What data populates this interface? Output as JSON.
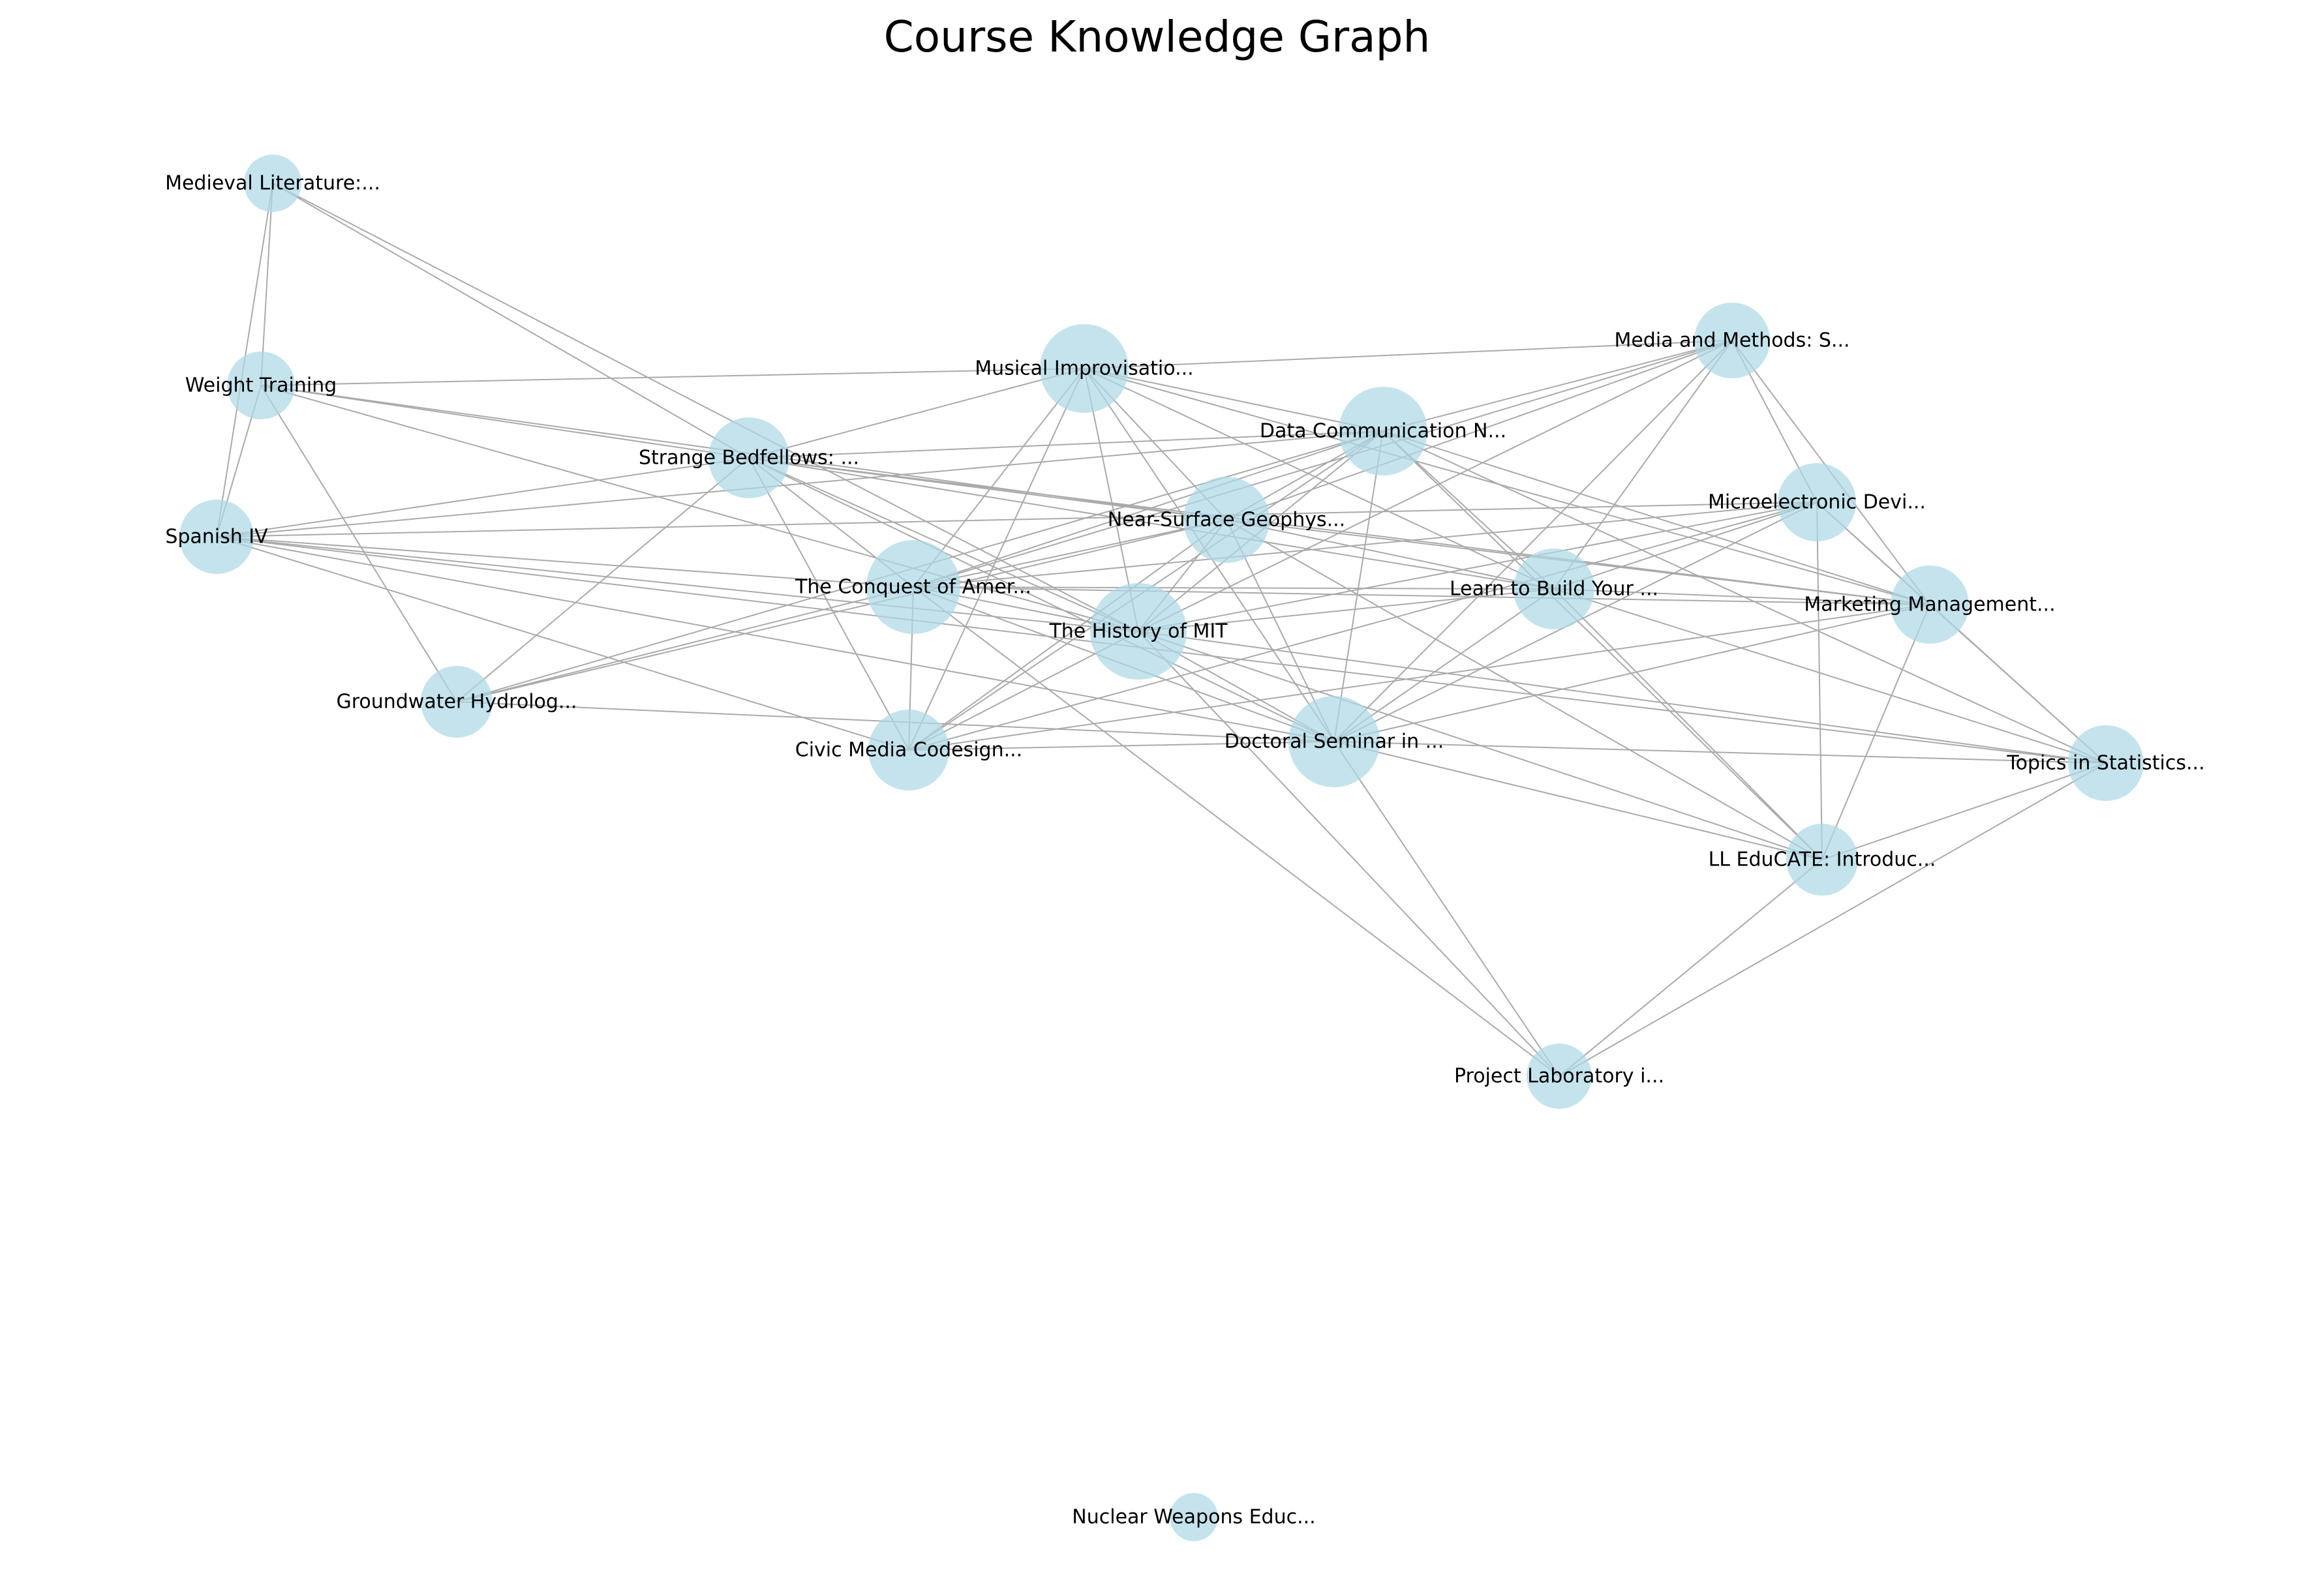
{
  "title": "Course Knowledge Graph",
  "colors": {
    "node_fill": "#add8e6",
    "edge_stroke": "#aaaaaa",
    "label": "#000000",
    "background": "#ffffff"
  },
  "nodes": [
    {
      "id": "medieval",
      "label": "Medieval Literature:..."
    },
    {
      "id": "weight",
      "label": "Weight Training"
    },
    {
      "id": "spanish",
      "label": "Spanish IV"
    },
    {
      "id": "groundwater",
      "label": "Groundwater Hydrolog..."
    },
    {
      "id": "strange",
      "label": "Strange Bedfellows: ..."
    },
    {
      "id": "musical",
      "label": "Musical Improvisatio..."
    },
    {
      "id": "conquest",
      "label": "The Conquest of Amer..."
    },
    {
      "id": "civic",
      "label": "Civic Media Codesign..."
    },
    {
      "id": "history",
      "label": "The History of MIT"
    },
    {
      "id": "nearsurface",
      "label": "Near-Surface Geophys..."
    },
    {
      "id": "datacomm",
      "label": "Data Communication N..."
    },
    {
      "id": "doctoral",
      "label": "Doctoral Seminar in ..."
    },
    {
      "id": "media",
      "label": "Media and Methods: S..."
    },
    {
      "id": "learn",
      "label": "Learn to Build Your ..."
    },
    {
      "id": "microelec",
      "label": "Microelectronic Devi..."
    },
    {
      "id": "marketing",
      "label": "Marketing Management..."
    },
    {
      "id": "topics",
      "label": "Topics in Statistics..."
    },
    {
      "id": "lleducate",
      "label": "LL EduCATE: Introduc..."
    },
    {
      "id": "project",
      "label": "Project Laboratory i..."
    },
    {
      "id": "nuclear",
      "label": "Nuclear Weapons Educ..."
    }
  ],
  "edges": [
    [
      "medieval",
      "weight"
    ],
    [
      "medieval",
      "spanish"
    ],
    [
      "medieval",
      "strange"
    ],
    [
      "medieval",
      "history"
    ],
    [
      "weight",
      "spanish"
    ],
    [
      "weight",
      "groundwater"
    ],
    [
      "weight",
      "musical"
    ],
    [
      "weight",
      "strange"
    ],
    [
      "weight",
      "nearsurface"
    ],
    [
      "weight",
      "history"
    ],
    [
      "spanish",
      "strange"
    ],
    [
      "spanish",
      "conquest"
    ],
    [
      "spanish",
      "datacomm"
    ],
    [
      "spanish",
      "microelec"
    ],
    [
      "spanish",
      "doctoral"
    ],
    [
      "spanish",
      "history"
    ],
    [
      "spanish",
      "civic"
    ],
    [
      "spanish",
      "topics"
    ],
    [
      "groundwater",
      "strange"
    ],
    [
      "groundwater",
      "conquest"
    ],
    [
      "groundwater",
      "nearsurface"
    ],
    [
      "groundwater",
      "datacomm"
    ],
    [
      "groundwater",
      "doctoral"
    ],
    [
      "strange",
      "musical"
    ],
    [
      "strange",
      "conquest"
    ],
    [
      "strange",
      "civic"
    ],
    [
      "strange",
      "history"
    ],
    [
      "strange",
      "nearsurface"
    ],
    [
      "strange",
      "learn"
    ],
    [
      "strange",
      "marketing"
    ],
    [
      "strange",
      "datacomm"
    ],
    [
      "strange",
      "doctoral"
    ],
    [
      "musical",
      "conquest"
    ],
    [
      "musical",
      "civic"
    ],
    [
      "musical",
      "history"
    ],
    [
      "musical",
      "nearsurface"
    ],
    [
      "musical",
      "datacomm"
    ],
    [
      "musical",
      "media"
    ],
    [
      "musical",
      "learn"
    ],
    [
      "musical",
      "marketing"
    ],
    [
      "musical",
      "doctoral"
    ],
    [
      "conquest",
      "civic"
    ],
    [
      "conquest",
      "history"
    ],
    [
      "conquest",
      "nearsurface"
    ],
    [
      "conquest",
      "datacomm"
    ],
    [
      "conquest",
      "media"
    ],
    [
      "conquest",
      "microelec"
    ],
    [
      "conquest",
      "learn"
    ],
    [
      "conquest",
      "marketing"
    ],
    [
      "conquest",
      "project"
    ],
    [
      "conquest",
      "doctoral"
    ],
    [
      "civic",
      "history"
    ],
    [
      "civic",
      "datacomm"
    ],
    [
      "civic",
      "nearsurface"
    ],
    [
      "civic",
      "microelec"
    ],
    [
      "civic",
      "marketing"
    ],
    [
      "civic",
      "doctoral"
    ],
    [
      "history",
      "nearsurface"
    ],
    [
      "history",
      "datacomm"
    ],
    [
      "history",
      "media"
    ],
    [
      "history",
      "learn"
    ],
    [
      "history",
      "doctoral"
    ],
    [
      "history",
      "topics"
    ],
    [
      "history",
      "project"
    ],
    [
      "history",
      "lleducate"
    ],
    [
      "history",
      "microelec"
    ],
    [
      "nearsurface",
      "datacomm"
    ],
    [
      "nearsurface",
      "media"
    ],
    [
      "nearsurface",
      "learn"
    ],
    [
      "nearsurface",
      "doctoral"
    ],
    [
      "nearsurface",
      "marketing"
    ],
    [
      "nearsurface",
      "lleducate"
    ],
    [
      "datacomm",
      "media"
    ],
    [
      "datacomm",
      "learn"
    ],
    [
      "datacomm",
      "doctoral"
    ],
    [
      "datacomm",
      "marketing"
    ],
    [
      "datacomm",
      "lleducate"
    ],
    [
      "datacomm",
      "topics"
    ],
    [
      "doctoral",
      "media"
    ],
    [
      "doctoral",
      "learn"
    ],
    [
      "doctoral",
      "microelec"
    ],
    [
      "doctoral",
      "marketing"
    ],
    [
      "doctoral",
      "topics"
    ],
    [
      "doctoral",
      "lleducate"
    ],
    [
      "doctoral",
      "project"
    ],
    [
      "media",
      "learn"
    ],
    [
      "media",
      "microelec"
    ],
    [
      "media",
      "marketing"
    ],
    [
      "learn",
      "microelec"
    ],
    [
      "learn",
      "marketing"
    ],
    [
      "learn",
      "topics"
    ],
    [
      "learn",
      "lleducate"
    ],
    [
      "microelec",
      "marketing"
    ],
    [
      "microelec",
      "lleducate"
    ],
    [
      "microelec",
      "topics"
    ],
    [
      "marketing",
      "topics"
    ],
    [
      "marketing",
      "lleducate"
    ],
    [
      "topics",
      "lleducate"
    ],
    [
      "topics",
      "project"
    ],
    [
      "lleducate",
      "project"
    ]
  ]
}
